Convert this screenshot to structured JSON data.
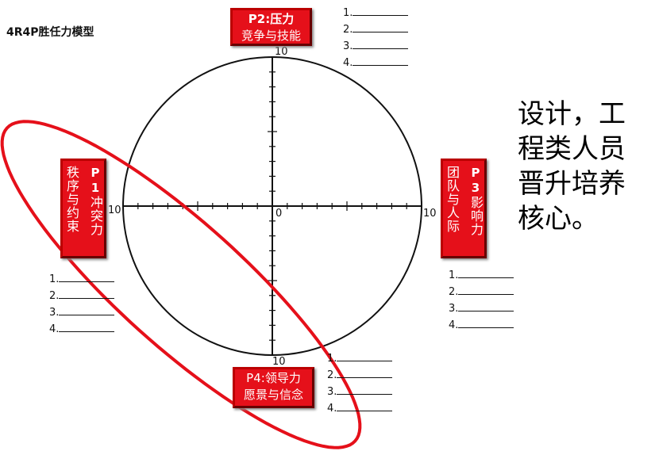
{
  "title": "4R4P胜任力模型",
  "note": "设计，工程类人员晋升培养核心。",
  "axis": {
    "top": "10",
    "left": "10",
    "right": "10",
    "bottom": "10",
    "origin": "0"
  },
  "p1": {
    "code": "P1",
    "name": "冲突力",
    "desc": "秩序与约束"
  },
  "p2": {
    "line1": "P2:压力",
    "line2": "竞争与技能"
  },
  "p3": {
    "code": "P3",
    "name": "影响力",
    "desc": "团队与人际"
  },
  "p4": {
    "line1": "P4:领导力",
    "line2": "愿景与信念"
  },
  "lists": {
    "items": [
      "1.",
      "2.",
      "3.",
      "4."
    ]
  },
  "colors": {
    "accent": "#e5101a"
  }
}
